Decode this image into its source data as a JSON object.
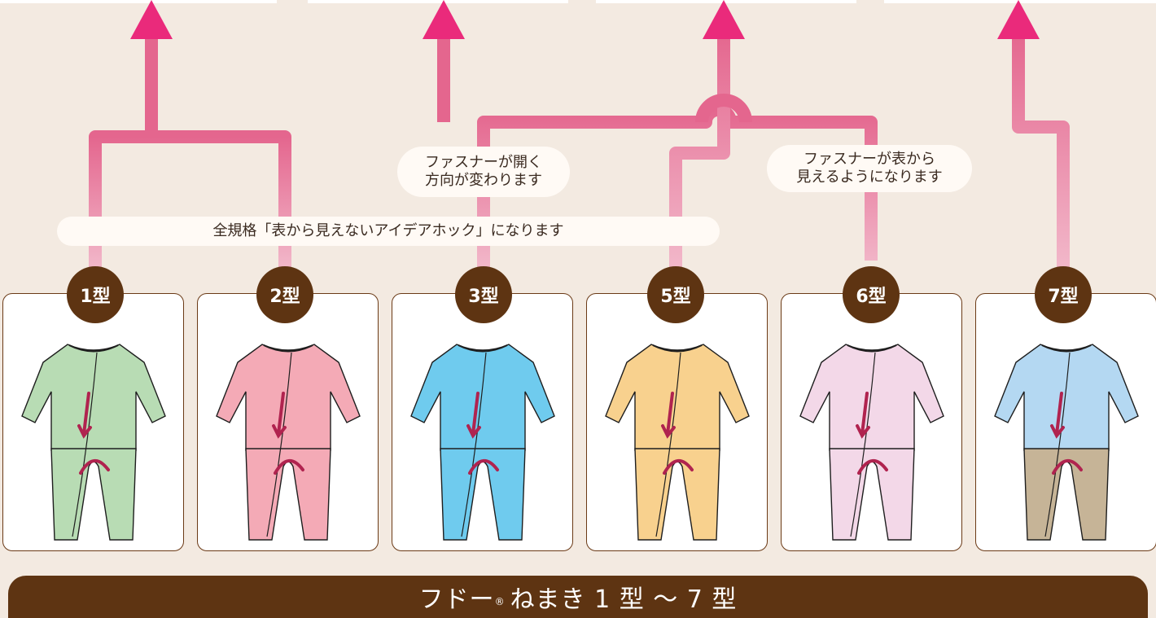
{
  "notes": {
    "all_sizes": "全規格「表から見えないアイデアホック」になります",
    "direction_line1": "ファスナーが開く",
    "direction_line2": "方向が変わります",
    "visible_line1": "ファスナーが表から",
    "visible_line2": "見えるようになります"
  },
  "types": [
    {
      "label": "1型",
      "color": "#b8dcb4",
      "pants": "#b8dcb4"
    },
    {
      "label": "2型",
      "color": "#f4aab6",
      "pants": "#f4aab6"
    },
    {
      "label": "3型",
      "color": "#6fcbee",
      "pants": "#6fcbee"
    },
    {
      "label": "5型",
      "color": "#f8d18e",
      "pants": "#f8d18e"
    },
    {
      "label": "6型",
      "color": "#f3d8e8",
      "pants": "#f3d8e8"
    },
    {
      "label": "7型",
      "color": "#b4d8f2",
      "pants": "#c6b497"
    }
  ],
  "footer": {
    "title_prefix": "フドー",
    "registered": "®",
    "title_suffix": "ねまき 1 型 ～ 7 型"
  },
  "colors": {
    "flow_pink": "#e4668e",
    "arrow_pink": "#ea2a7b",
    "marker_red": "#b0234f",
    "brown": "#5e3412",
    "background": "#f3eae1"
  }
}
